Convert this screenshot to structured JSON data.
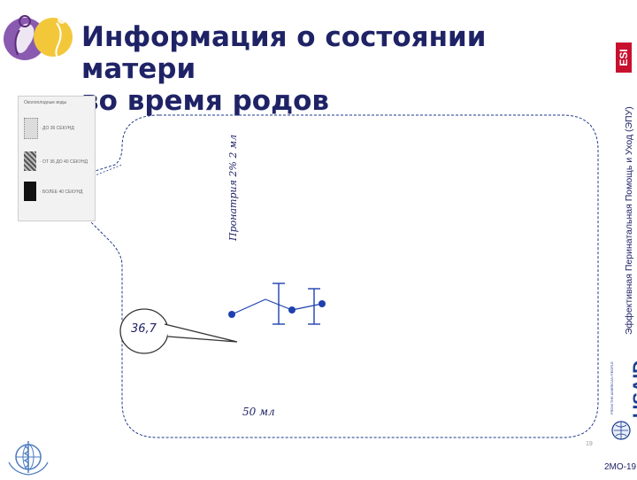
{
  "title_line1": "Информация о состоянии матери",
  "title_line2": "во время родов",
  "side_text": "Эффективная Перинатальная Помощь и Уход (ЭПУ)",
  "esi_logo_text": "ESI",
  "usaid_text": "USAID",
  "usaid_subtext": "FROM THE AMERICAN PEOPLE",
  "legend": {
    "heading": "Околоплодные воды",
    "items": [
      "· ДО 36 СЕКУНД",
      "· ОТ 36 ДО 40 СЕКУНД",
      "· БОЛЕЕ 40 СЕКУНД"
    ]
  },
  "partograph_label": "Пронатрия 2% 2 мл",
  "temperature_value": "36,7",
  "volume_label": "50 мл",
  "page_number": "19",
  "footer_code": "2MO-19",
  "colors": {
    "title": "#1f2366",
    "dashed_border": "#1e3a8a",
    "marker": "#1e40af",
    "esi_red": "#c8102e",
    "usaid_blue": "#1b3d8f"
  },
  "icons": [
    "mother-child-logo",
    "who-emblem",
    "globe-badge"
  ]
}
